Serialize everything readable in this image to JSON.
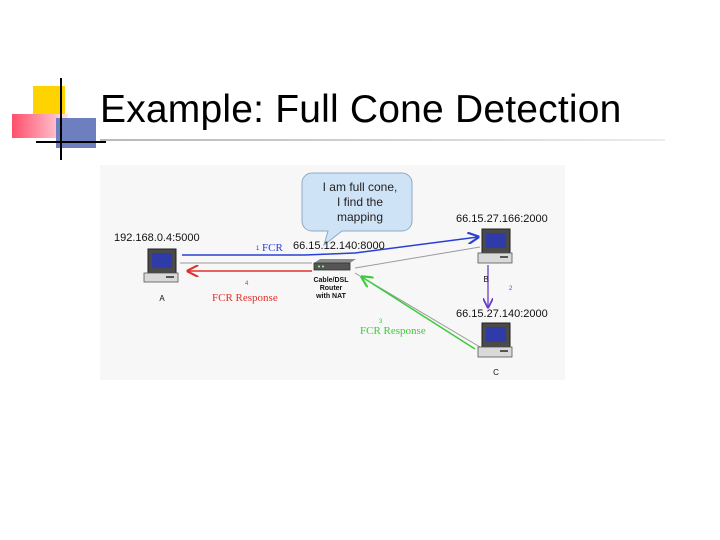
{
  "title": "Example: Full Cone Detection",
  "colors": {
    "request_arrow": "#2a3fd6",
    "response_red": "#e0302a",
    "response_green": "#3ccb3c",
    "accent_yellow": "#ffd300",
    "accent_pink": "#ff4f6a",
    "accent_blue": "#6d7fbf"
  },
  "diagram": {
    "bubble_lines": [
      "I am full cone,",
      "I find the",
      "mapping"
    ],
    "host_a_addr": "192.168.0.4:5000",
    "host_a_label": "A",
    "host_b_addr": "66.15.27.166:2000",
    "host_b_label": "B",
    "host_c_addr": "66.15.27.140:2000",
    "host_c_label": "C",
    "router_lines": [
      "Cable/DSL",
      "Router",
      "with NAT"
    ],
    "nat_addr": "66.15.12.140:8000",
    "fcr_step": "1",
    "fcr_label": "FCR",
    "resp_a_step": "4",
    "resp_a_label": "FCR Response",
    "step_b_to_c": "2",
    "resp_c_step": "3",
    "resp_c_label": "FCR Response"
  }
}
